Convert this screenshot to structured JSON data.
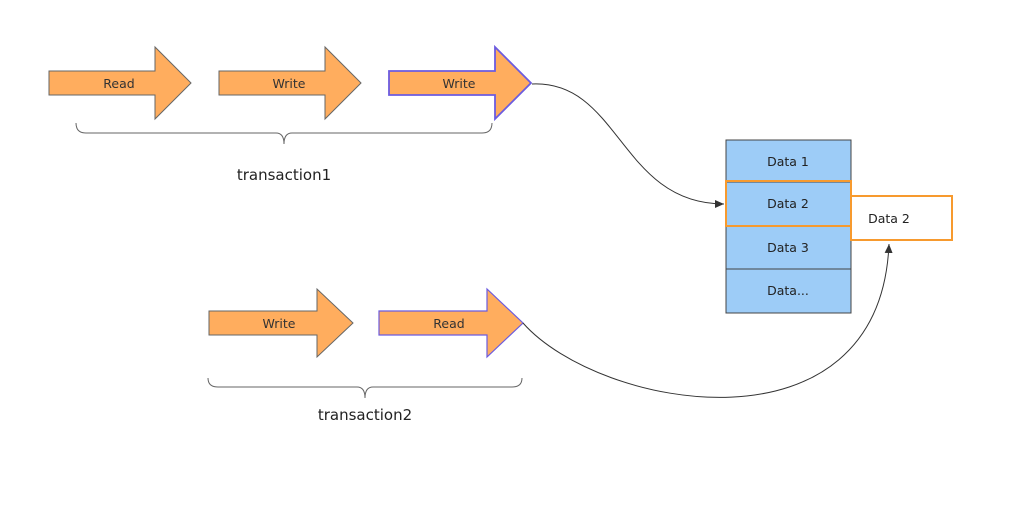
{
  "colors": {
    "arrow_fill": "#FFAD5E",
    "arrow_stroke_default": "#666666",
    "arrow_stroke_selected": "#6B5BE0",
    "cell_fill": "#9DCCF7",
    "cell_stroke": "#444444",
    "highlight_stroke": "#F79A2E",
    "connector": "#333333",
    "brace": "#666666"
  },
  "transaction1": {
    "label": "transaction1",
    "ops": [
      {
        "label": "Read"
      },
      {
        "label": "Write"
      },
      {
        "label": "Write"
      }
    ]
  },
  "transaction2": {
    "label": "transaction2",
    "ops": [
      {
        "label": "Write"
      },
      {
        "label": "Read"
      }
    ]
  },
  "storage": {
    "cells": [
      {
        "label": "Data 1"
      },
      {
        "label": "Data 2"
      },
      {
        "label": "Data 3"
      },
      {
        "label": "Data..."
      }
    ],
    "copy_label": "Data 2"
  }
}
